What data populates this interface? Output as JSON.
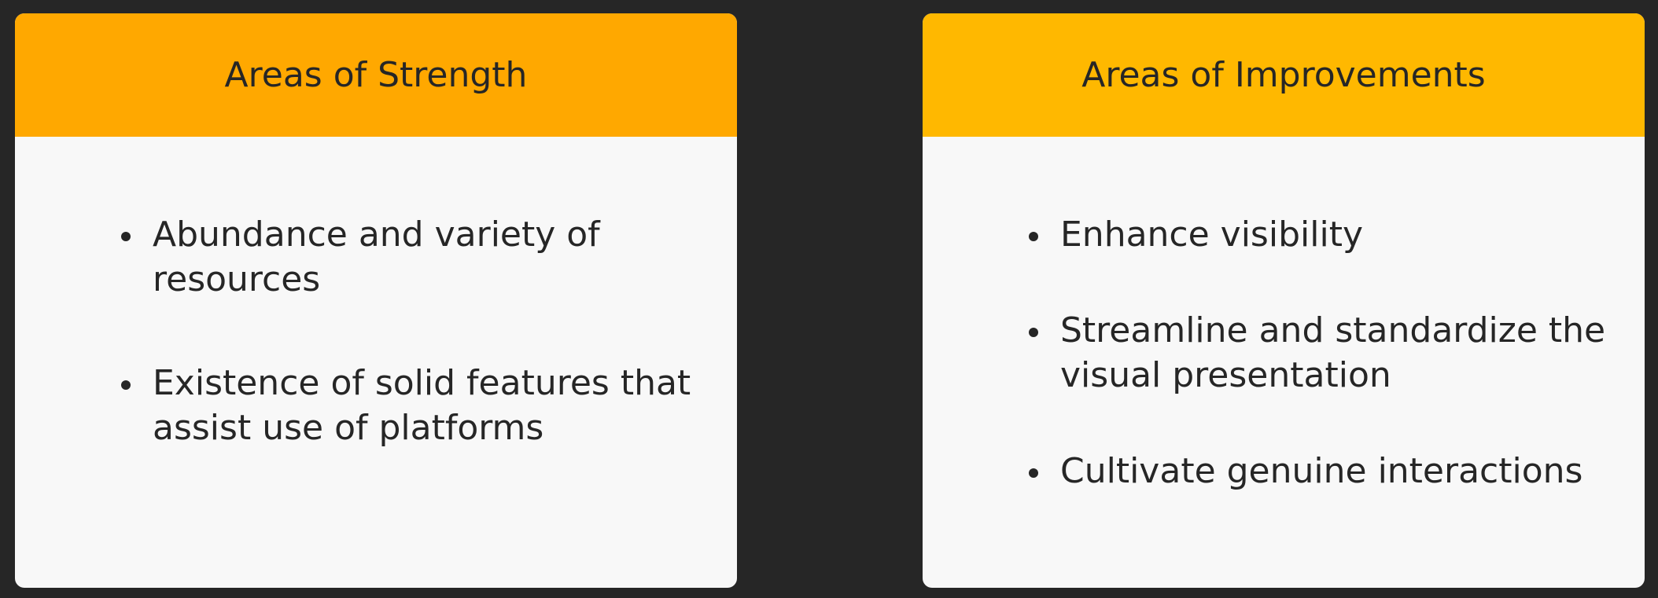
{
  "strength": {
    "title": "Areas of Strength",
    "header_color": "#ffa800",
    "items": [
      "Abundance and variety of resources",
      "Existence of solid features that assist use of platforms"
    ]
  },
  "improvements": {
    "title": "Areas of Improvements",
    "header_color": "#ffb800",
    "items": [
      "Enhance visibility",
      "Streamline and standardize the visual presentation",
      "Cultivate genuine interactions"
    ]
  }
}
